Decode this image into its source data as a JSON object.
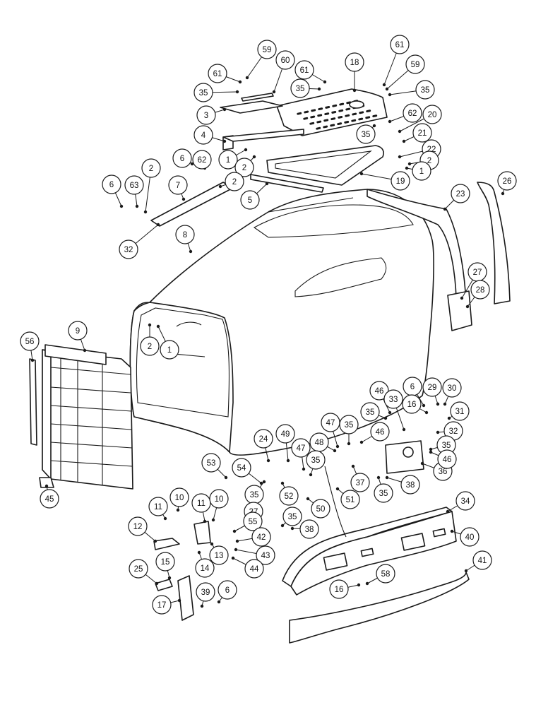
{
  "diagram": {
    "ink_color": "#1a1a1a",
    "background": "#ffffff",
    "callouts": [
      "1",
      "2",
      "3",
      "4",
      "5",
      "6",
      "7",
      "8",
      "9",
      "10",
      "11",
      "12",
      "13",
      "14",
      "15",
      "16",
      "17",
      "18",
      "19",
      "20",
      "21",
      "22",
      "23",
      "24",
      "25",
      "26",
      "27",
      "28",
      "29",
      "30",
      "31",
      "32",
      "33",
      "34",
      "35",
      "36",
      "37",
      "38",
      "39",
      "40",
      "41",
      "42",
      "43",
      "44",
      "45",
      "46",
      "47",
      "48",
      "49",
      "50",
      "51",
      "52",
      "53",
      "54",
      "55",
      "56",
      "58",
      "59",
      "60",
      "61",
      "62",
      "63"
    ]
  }
}
